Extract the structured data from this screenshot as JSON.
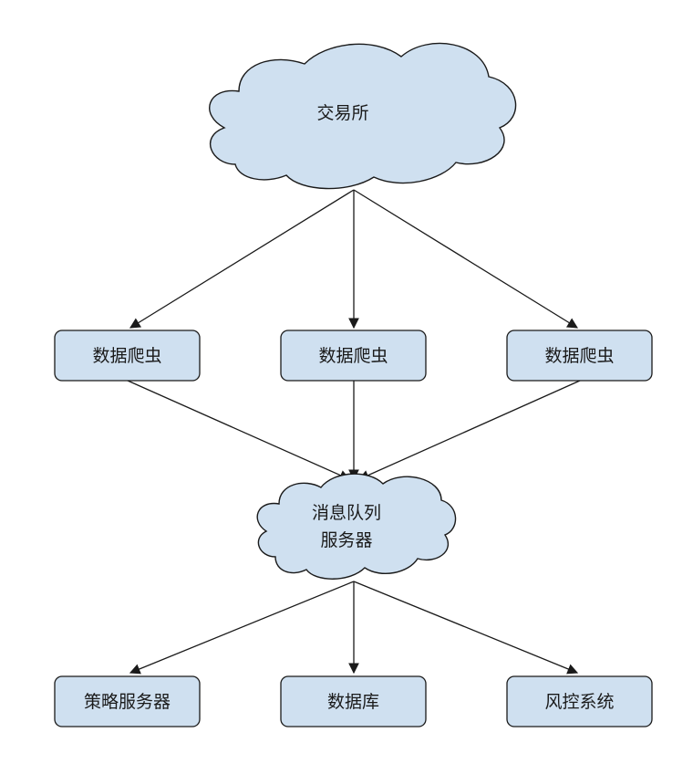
{
  "diagram": {
    "source": {
      "label": "交易所",
      "shape": "cloud"
    },
    "crawlers": [
      {
        "label": "数据爬虫"
      },
      {
        "label": "数据爬虫"
      },
      {
        "label": "数据爬虫"
      }
    ],
    "queue": {
      "label_line1": "消息队列",
      "label_line2": "服务器",
      "shape": "cloud"
    },
    "consumers": [
      {
        "label": "策略服务器"
      },
      {
        "label": "数据库"
      },
      {
        "label": "风控系统"
      }
    ],
    "colors": {
      "node_fill": "#cfe0f0",
      "stroke": "#1a1a1a",
      "background": "#ffffff"
    }
  }
}
